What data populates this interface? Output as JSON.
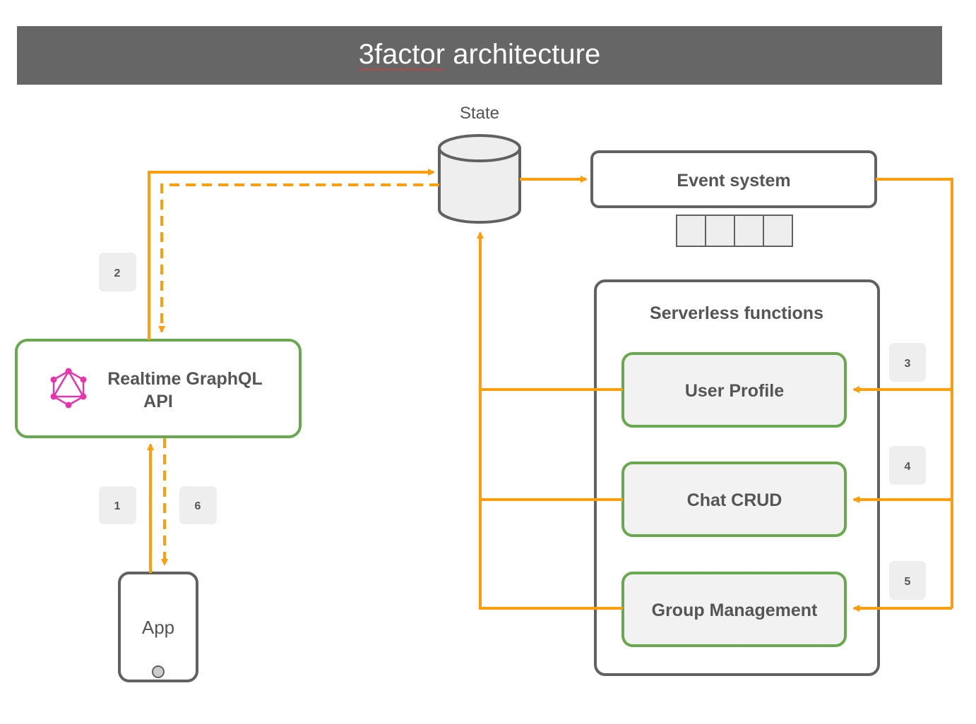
{
  "title": {
    "first_word": "3factor",
    "rest": " architecture"
  },
  "nodes": {
    "state": "State",
    "event_system": "Event system",
    "serverless": "Serverless functions",
    "user_profile": "User Profile",
    "chat_crud": "Chat CRUD",
    "group_management": "Group Management",
    "graphql_line1": "Realtime GraphQL",
    "graphql_line2": "API",
    "app": "App"
  },
  "steps": {
    "s1": "1",
    "s2": "2",
    "s3": "3",
    "s4": "4",
    "s5": "5",
    "s6": "6"
  },
  "colors": {
    "title_bar": "#666666",
    "arrow": "#FF9D0A",
    "green_border": "#6AA84F",
    "gray_border": "#616161",
    "fn_fill": "#F2F2F2",
    "badge": "#EEEEEE",
    "graphql_icon": "#E535AB"
  },
  "icons": {
    "graphql": "graphql-logo-icon",
    "database": "database-cylinder-icon",
    "phone": "phone-device-icon",
    "queue": "queue-icon"
  }
}
